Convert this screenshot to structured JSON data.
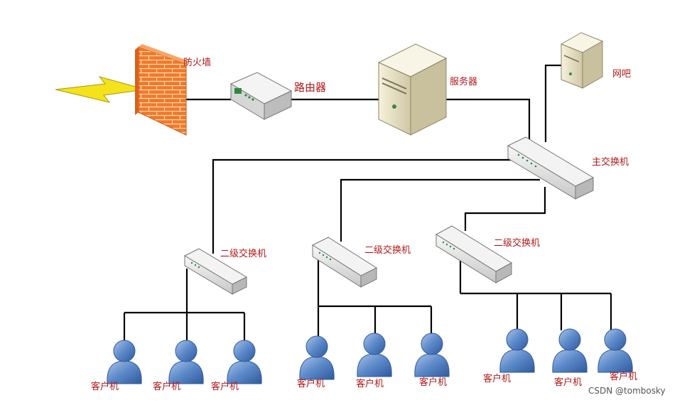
{
  "labels": {
    "firewall": "防火墙",
    "router": "路由器",
    "server": "服务器",
    "netcafe": "网吧",
    "main_switch": "主交换机",
    "sub_switch_1": "二级交换机",
    "sub_switch_2": "二级交换机",
    "sub_switch_3": "二级交换机",
    "clients": [
      "客户机",
      "客户机",
      "客户机",
      "客户机",
      "客户机",
      "客户机",
      "客户机",
      "客户机",
      "客户机"
    ]
  },
  "watermark": "CSDN @tombosky",
  "colors": {
    "label": "#b01818",
    "firewall_brick": "#f07a2a",
    "lightning": "#f4e21a",
    "client_body": "#5b88c8",
    "device_body": "#e6e6e6",
    "server_body": "#e8e2c6",
    "wire": "#000000"
  }
}
